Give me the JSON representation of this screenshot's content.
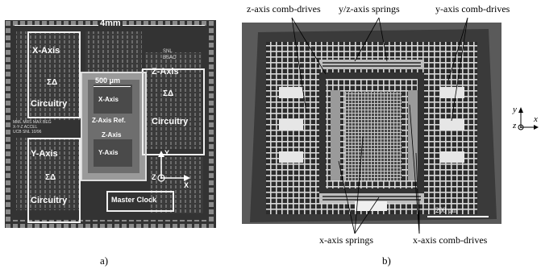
{
  "panel_a": {
    "caption": "a)",
    "width_label": "4mm",
    "blocks": {
      "x_axis": "X-Axis",
      "x_sigma": "ΣΔ",
      "x_circuitry": "Circuitry",
      "y_axis": "Y-Axis",
      "y_sigma": "ΣΔ",
      "y_circuitry": "Circuitry",
      "z_axis": "Z-Axis",
      "z_sigma": "ΣΔ",
      "z_circuitry": "Circuitry",
      "scale": "500 μm",
      "center_x": "X-Axis",
      "center_zref": "Z-Axis Ref.",
      "center_z": "Z-Axis",
      "center_y": "Y-Axis",
      "master_clock": "Master Clock",
      "logo_1": "SNL",
      "logo_2": "BSAC",
      "chip_text": [
        "MML MRS MAX BEG",
        "X-Y-Z ACCEL",
        "UCB     SNL  10/96"
      ]
    },
    "axes": {
      "y": "Y",
      "z": "Z",
      "x": "X"
    }
  },
  "panel_b": {
    "caption": "b)",
    "labels": {
      "z_comb": "z-axis comb-drives",
      "yz_springs": "y/z-axis springs",
      "y_comb": "y-axis comb-drives",
      "x_springs": "x-axis springs",
      "x_comb": "x-axis comb-drives",
      "scale": "200 μm"
    },
    "axes": {
      "y": "y",
      "z": "z",
      "x": "x"
    }
  }
}
